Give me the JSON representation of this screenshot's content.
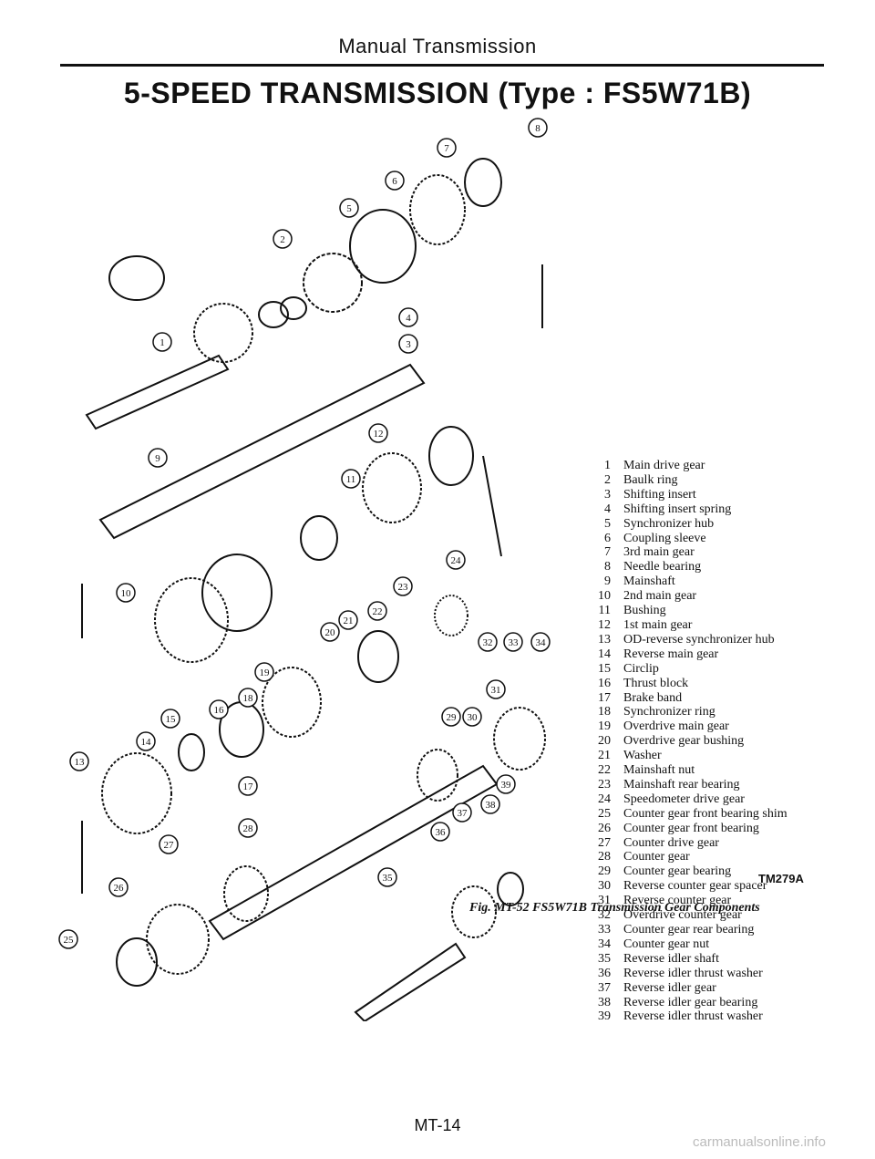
{
  "header": "Manual Transmission",
  "title": "5-SPEED TRANSMISSION (Type : FS5W71B)",
  "legend": [
    {
      "num": "1",
      "text": "Main drive gear"
    },
    {
      "num": "2",
      "text": "Baulk ring"
    },
    {
      "num": "3",
      "text": "Shifting insert"
    },
    {
      "num": "4",
      "text": "Shifting insert spring"
    },
    {
      "num": "5",
      "text": "Synchronizer hub"
    },
    {
      "num": "6",
      "text": "Coupling sleeve"
    },
    {
      "num": "7",
      "text": "3rd main gear"
    },
    {
      "num": "8",
      "text": "Needle bearing"
    },
    {
      "num": "9",
      "text": "Mainshaft"
    },
    {
      "num": "10",
      "text": "2nd main gear"
    },
    {
      "num": "11",
      "text": "Bushing"
    },
    {
      "num": "12",
      "text": "1st main gear"
    },
    {
      "num": "13",
      "text": "OD-reverse synchronizer hub"
    },
    {
      "num": "14",
      "text": "Reverse main gear"
    },
    {
      "num": "15",
      "text": "Circlip"
    },
    {
      "num": "16",
      "text": "Thrust block"
    },
    {
      "num": "17",
      "text": "Brake band"
    },
    {
      "num": "18",
      "text": "Synchronizer ring"
    },
    {
      "num": "19",
      "text": "Overdrive main gear"
    },
    {
      "num": "20",
      "text": "Overdrive gear bushing"
    },
    {
      "num": "21",
      "text": "Washer"
    },
    {
      "num": "22",
      "text": "Mainshaft nut"
    },
    {
      "num": "23",
      "text": "Mainshaft rear bearing"
    },
    {
      "num": "24",
      "text": "Speedometer drive gear"
    },
    {
      "num": "25",
      "text": "Counter gear front bearing shim"
    },
    {
      "num": "26",
      "text": "Counter gear front bearing"
    },
    {
      "num": "27",
      "text": "Counter drive gear"
    },
    {
      "num": "28",
      "text": "Counter gear"
    },
    {
      "num": "29",
      "text": "Counter gear bearing"
    },
    {
      "num": "30",
      "text": "Reverse counter gear spacer"
    },
    {
      "num": "31",
      "text": "Reverse counter gear"
    },
    {
      "num": "32",
      "text": "Overdrive counter gear"
    },
    {
      "num": "33",
      "text": "Counter gear rear bearing"
    },
    {
      "num": "34",
      "text": "Counter gear nut"
    },
    {
      "num": "35",
      "text": "Reverse idler shaft"
    },
    {
      "num": "36",
      "text": "Reverse idler thrust washer"
    },
    {
      "num": "37",
      "text": "Reverse idler gear"
    },
    {
      "num": "38",
      "text": "Reverse idler gear bearing"
    },
    {
      "num": "39",
      "text": "Reverse idler thrust washer"
    }
  ],
  "callouts": [
    {
      "n": "1"
    },
    {
      "n": "2"
    },
    {
      "n": "3"
    },
    {
      "n": "4"
    },
    {
      "n": "5"
    },
    {
      "n": "6"
    },
    {
      "n": "7"
    },
    {
      "n": "8"
    },
    {
      "n": "9"
    },
    {
      "n": "10"
    },
    {
      "n": "11"
    },
    {
      "n": "12"
    },
    {
      "n": "13"
    },
    {
      "n": "14"
    },
    {
      "n": "15"
    },
    {
      "n": "16"
    },
    {
      "n": "17"
    },
    {
      "n": "18"
    },
    {
      "n": "19"
    },
    {
      "n": "20"
    },
    {
      "n": "21"
    },
    {
      "n": "22"
    },
    {
      "n": "23"
    },
    {
      "n": "24"
    },
    {
      "n": "25"
    },
    {
      "n": "26"
    },
    {
      "n": "27"
    },
    {
      "n": "28"
    },
    {
      "n": "29"
    },
    {
      "n": "30"
    },
    {
      "n": "31"
    },
    {
      "n": "32"
    },
    {
      "n": "33"
    },
    {
      "n": "34"
    },
    {
      "n": "35"
    },
    {
      "n": "36"
    },
    {
      "n": "37"
    },
    {
      "n": "38"
    },
    {
      "n": "39"
    }
  ],
  "ref_code": "TM279A",
  "caption": "Fig. MT-52 FS5W71B Transmission Gear Components",
  "page_number": "MT-14",
  "watermark": "carmanualsonline.info"
}
